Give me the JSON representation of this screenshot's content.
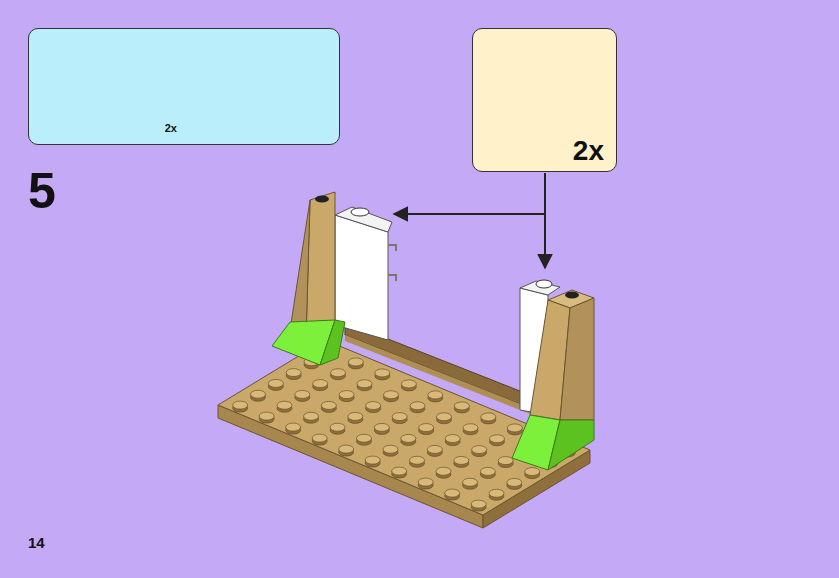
{
  "diagram": {
    "nodes": [
      {
        "text": [
          "2x"
        ]
      },
      {
        "text": [
          "2x"
        ]
      }
    ],
    "labels": [
      "5",
      "14"
    ]
  }
}
